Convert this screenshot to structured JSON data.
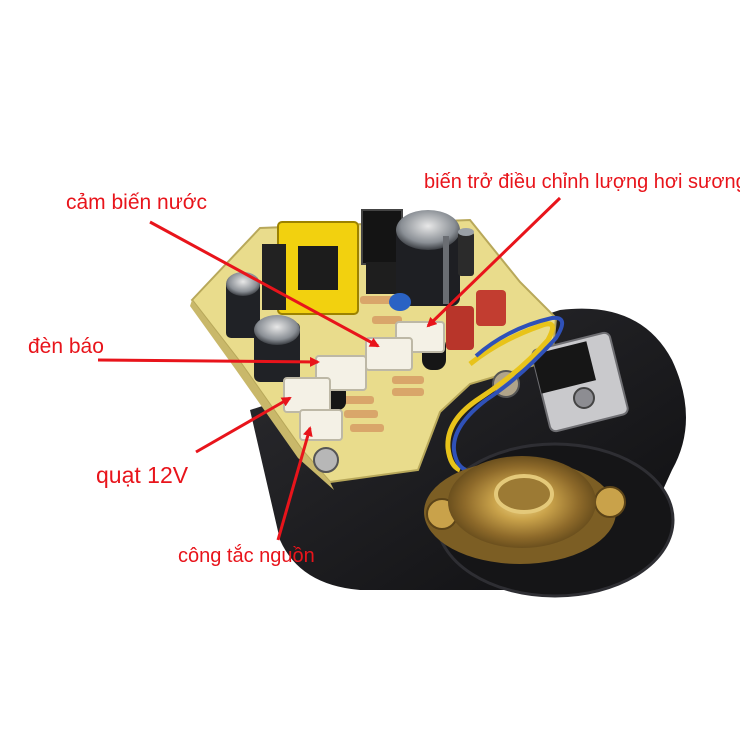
{
  "labels": {
    "water_sensor": "cảm biến nước",
    "potentiometer": "biến trở điều chỉnh lượng hơi sương",
    "indicator_light": "đèn báo",
    "fan": "quạt 12V",
    "power_switch": "công tắc nguồn"
  },
  "colors": {
    "annotation": "#e8141b",
    "pcb": "#e9dc8c",
    "base": "#1b1b1d",
    "background": "#ffffff"
  }
}
